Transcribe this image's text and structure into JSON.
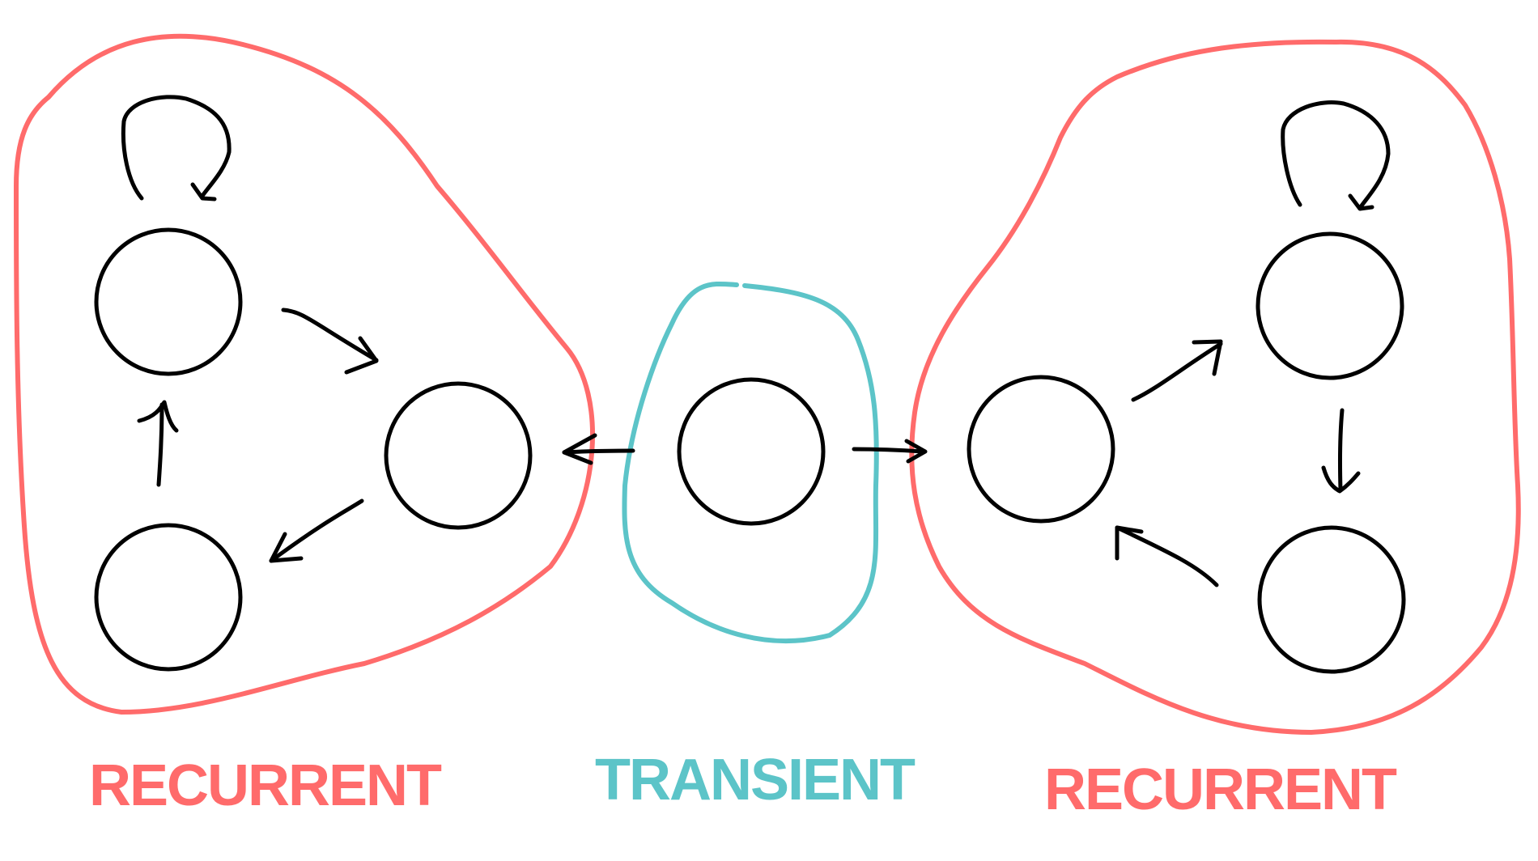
{
  "diagram": {
    "type": "markov-chain-state-diagram",
    "colors": {
      "recurrent": "#ff6b6b",
      "transient": "#5cc4c8",
      "node_stroke": "#000000",
      "background": "#ffffff"
    },
    "regions": [
      {
        "id": "left",
        "kind": "recurrent",
        "label": "RECURRENT"
      },
      {
        "id": "center",
        "kind": "transient",
        "label": "TRANSIENT"
      },
      {
        "id": "right",
        "kind": "recurrent",
        "label": "RECURRENT"
      }
    ],
    "states": [
      {
        "id": "L1",
        "region": "left"
      },
      {
        "id": "L2",
        "region": "left"
      },
      {
        "id": "L3",
        "region": "left"
      },
      {
        "id": "T",
        "region": "center"
      },
      {
        "id": "R1",
        "region": "right"
      },
      {
        "id": "R2",
        "region": "right"
      },
      {
        "id": "R3",
        "region": "right"
      }
    ],
    "transitions": [
      {
        "from": "L1",
        "to": "L1"
      },
      {
        "from": "L1",
        "to": "L2"
      },
      {
        "from": "L2",
        "to": "L3"
      },
      {
        "from": "L3",
        "to": "L1"
      },
      {
        "from": "T",
        "to": "L2"
      },
      {
        "from": "T",
        "to": "R1"
      },
      {
        "from": "R1",
        "to": "R2"
      },
      {
        "from": "R2",
        "to": "R2"
      },
      {
        "from": "R2",
        "to": "R3"
      },
      {
        "from": "R3",
        "to": "R1"
      }
    ]
  }
}
